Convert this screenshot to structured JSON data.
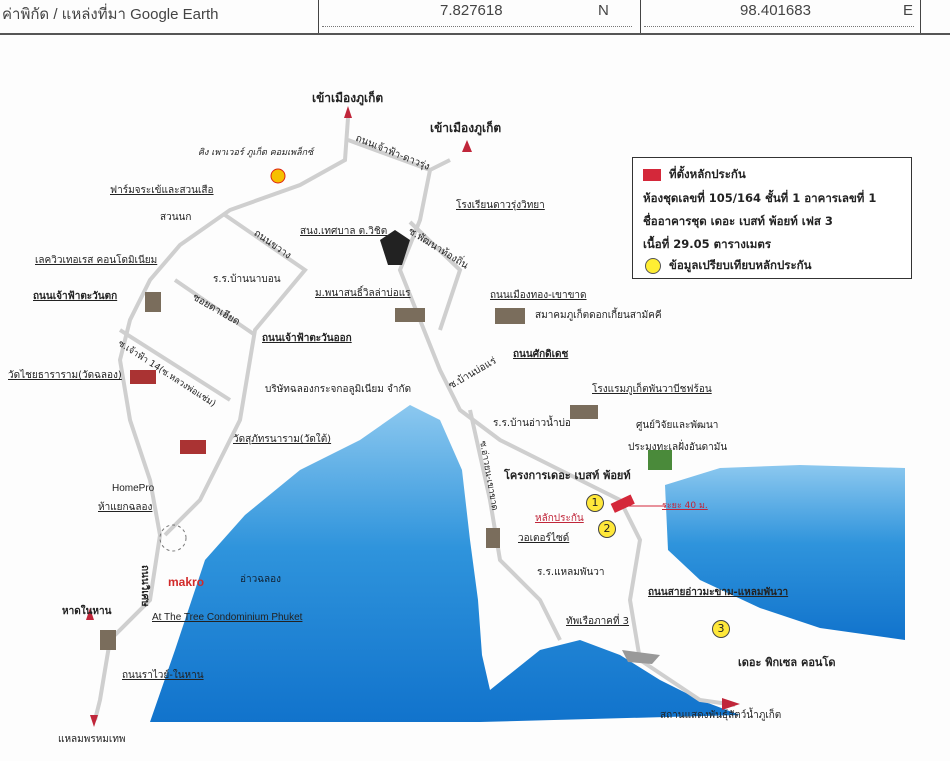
{
  "header": {
    "label": "ค่าพิกัด / แหล่งที่มา Google Earth",
    "lat": "7.827618",
    "lat_dir": "N",
    "lon": "98.401683",
    "lon_dir": "E"
  },
  "legend": {
    "collateral_label": "ที่ตั้งหลักประกัน",
    "line1": "ห้องชุดเลขที่ 105/164 ชั้นที่ 1  อาคารเลขที่ 1",
    "line2": "ชื่ออาคารชุด เดอะ เบสท์ พ้อยท์ เฟส 3",
    "line3": "เนื้อที่ 29.05 ตารางเมตร",
    "comparable_label": "ข้อมูลเปรียบเทียบหลักประกัน",
    "collateral_color": "#d4283a",
    "comparable_color": "#ffee33"
  },
  "map": {
    "to_phuket_1": "เข้าเมืองภูเก็ต",
    "to_phuket_2": "เข้าเมืองภูเก็ต",
    "king_power": "คิง เพาเวอร์ ภูเก็ต คอมเพล็กซ์",
    "road_chaofa_daorung": "ถนนเจ้าฟ้า-ดาวรุ่ง",
    "croc_farm": "ฟาร์มจระเข้และสวนเสือ",
    "bird_park": "สวนนก",
    "road_khwang": "ถนนขวาง",
    "wichit_office": "สนง.เทศบาล ต.วิชิต",
    "soi_phatthana": "ซ.พัฒนาท้องถิ่น",
    "school_daorung": "โรงเรียนดาวรุ่งวิทยา",
    "lakeview": "เลควิวเทอเรส คอนโดมิเนียม",
    "school_nabon": "ร.ร.บ้านนาบอน",
    "panason": "ม.พนาสนธิ์วิลล่าบ่อแร",
    "road_chaofa_west": "ถนนเจ้าฟ้าตะวันตก",
    "soi_tahiad": "ซอยตาเฮียด",
    "road_muangthong": "ถนนเมืองทอง-เขาขาด",
    "hokkien_assoc": "สมาคมภูเก็ตดอกเกี้ยนสามัคคี",
    "road_chaofa_east": "ถนนเจ้าฟ้าตะวันออก",
    "road_sakdidet": "ถนนศักดิเดช",
    "soi_banbore": "ซ.บ้านบ่อแร่",
    "soi_chaofa14": "ซ.เจ้าฟ้า 14(ซ.หลวงพ่อแช่ม)",
    "wat_chalong": "วัดไชยธาราราม(วัดฉลอง)",
    "chalong_glass": "บริษัทฉลองกระจกอลูมิเนียม จำกัด",
    "panwa_hotel": "โรงแรมภูเก็ตพันวาบีชฟร้อน",
    "school_aonambo": "ร.ร.บ้านอ่าวน้ำบ่อ",
    "research_center_1": "ศูนย์วิจัยและพัฒนา",
    "research_center_2": "ประมงทะเลฝั่งอันดามัน",
    "wat_tai": "วัดสุภัทรนาราม(วัดใต้)",
    "soi_aoyon": "ซ.อ่าวยน-เขาขาด",
    "project": "โครงการเดอะ เบสท์ พ้อยท์",
    "homepro": "HomePro",
    "chalong_circle": "ห้าแยกฉลอง",
    "comp1": "1",
    "comp2": "2",
    "comp3": "3",
    "collateral": "หลักประกัน",
    "distance": "ระยะ 40 ม.",
    "waterside": "วอเตอร์ไซด์",
    "school_laempanwa": "ร.ร.แหลมพันวา",
    "road_wiset": "ถนนวิเศษ",
    "makro": "makro",
    "chalong_bay": "อ่าวฉลอง",
    "road_aomakham": "ถนนสายอ่าวมะขาม-แหลมพันวา",
    "at_the_tree": "At The Tree Condominium Phuket",
    "nai_harn": "หาดในหาน",
    "navy": "ทัพเรือภาคที่ 3",
    "pixel": "เดอะ พิกเซล คอนโด",
    "road_rawai": "ถนนราไวย์-ในหาน",
    "aquarium": "สถานแสดงพันธุ์สัตว์น้ำภูเก็ต",
    "promthep": "แหลมพรหมเทพ"
  }
}
